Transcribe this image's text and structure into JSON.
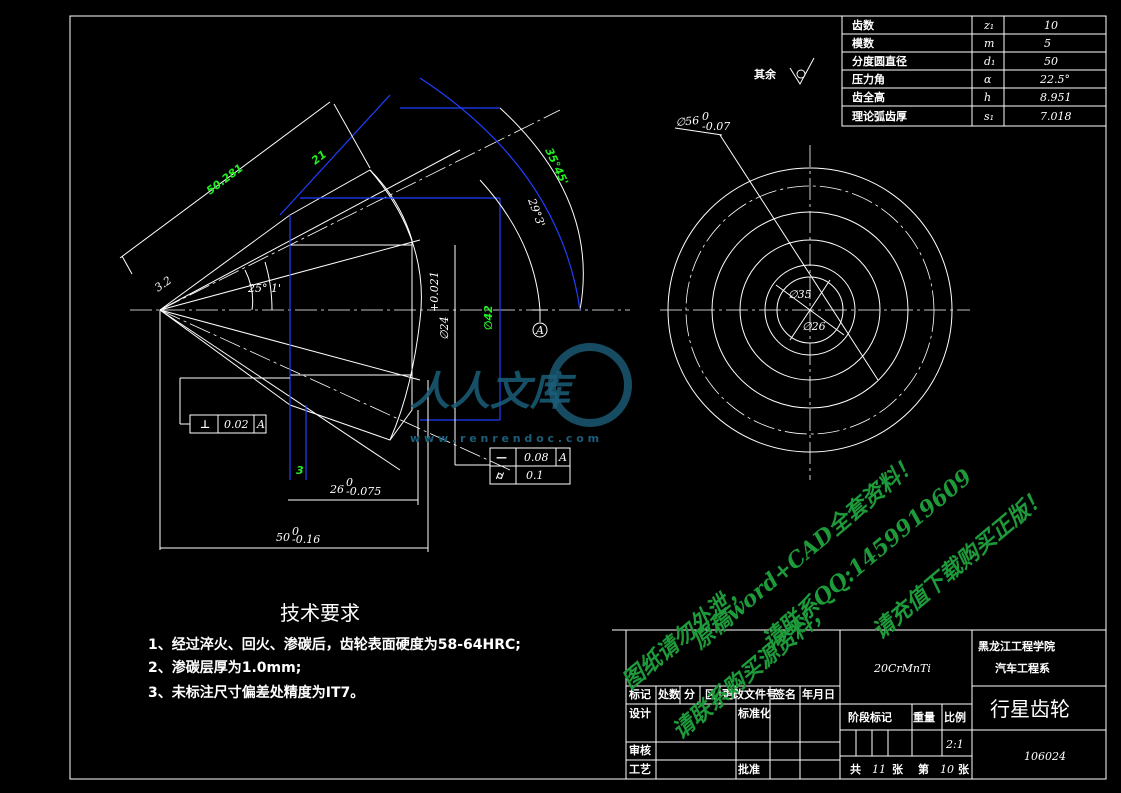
{
  "params": [
    {
      "name": "齿数",
      "sym": "z₁",
      "val": "10"
    },
    {
      "name": "模数",
      "sym": "m",
      "val": "5"
    },
    {
      "name": "分度圆直径",
      "sym": "d₁",
      "val": "50"
    },
    {
      "name": "压力角",
      "sym": "α",
      "val": "22.5°"
    },
    {
      "name": "齿全高",
      "sym": "h",
      "val": "8.951"
    },
    {
      "name": "理论弧齿厚",
      "sym": "s₁",
      "val": "7.018"
    }
  ],
  "roughness_label": "其余",
  "dims": {
    "d50281": "50.281",
    "d21": "21",
    "d35_457": "35°45'",
    "d29_3": "29°3'",
    "d3_2": "3.2",
    "d25_1": "25° 1'",
    "d24": "∅24",
    "d24_tol": "+0.021",
    "d42": "∅42",
    "datumA": "A",
    "d26": "26",
    "d26_tol": "-0.075",
    "d26_tol0": "0",
    "d50": "50",
    "d50_tol": "-0.16",
    "d50_tol0": "0",
    "d3": "3",
    "d56": "∅56",
    "d56_tol": "-0.07",
    "d56_tol0": "0",
    "d35c": "∅35",
    "d26c": "∅26"
  },
  "tolerances": {
    "t1_sym": "⊥",
    "t1_val": "0.02",
    "t1_ref": "A",
    "t2_sym": "—",
    "t2_val": "0.08",
    "t2_ref": "A",
    "t3_sym": "⌭",
    "t3_val": "0.1"
  },
  "requirements": {
    "title": "技术要求",
    "items": [
      "1、经过淬火、回火、渗碳后，齿轮表面硬度为58-64HRC;",
      "2、渗碳层厚为1.0mm;",
      "3、未标注尺寸偏差处精度为IT7。"
    ]
  },
  "titleblock": {
    "material": "20CrMnTi",
    "school": "黑龙江工程学院",
    "dept": "汽车工程系",
    "part": "行星齿轮",
    "code": "106024",
    "hdr": [
      "标记",
      "处数",
      "分",
      "区",
      "更改文件号",
      "签名",
      "年月日"
    ],
    "design": "设计",
    "std": "标准化",
    "stage": "阶段标记",
    "weight": "重量",
    "scale_label": "比例",
    "scale": "2:1",
    "check": "审核",
    "craft": "工艺",
    "approve": "批准",
    "sheets_total_pre": "共",
    "sheets_total": "11",
    "sheets_total_post": "张",
    "sheet_pre": "第",
    "sheet": "10",
    "sheet_post": "张"
  },
  "watermark": {
    "logo": "人人文库",
    "url": "w w w . r e n r e n d o c . c o m",
    "line1": "原稿word+CAD全套资料！",
    "line2": "请联系QQ:1459919609",
    "line3": "请充值下载购买正版！",
    "line4": "图纸请勿外泄，",
    "line5": "请联系购买源资料，"
  }
}
